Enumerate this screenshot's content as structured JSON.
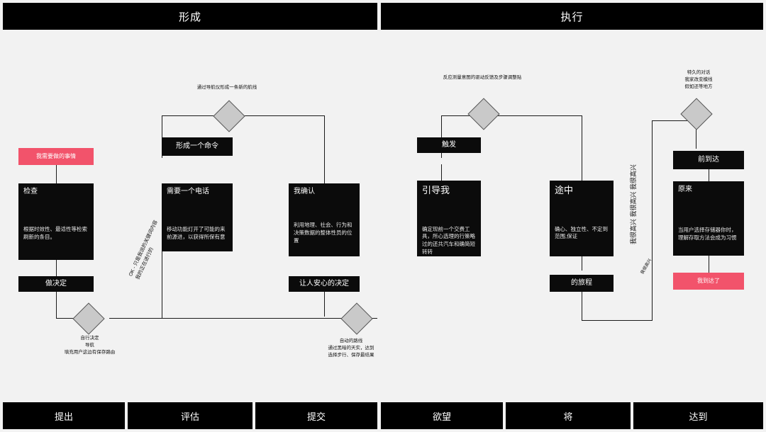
{
  "phases": [
    {
      "label": "形成"
    },
    {
      "label": "执行"
    }
  ],
  "footer": [
    {
      "label": "提出"
    },
    {
      "label": "评估"
    },
    {
      "label": "提交"
    },
    {
      "label": "欲望"
    },
    {
      "label": "将"
    },
    {
      "label": "达到"
    }
  ],
  "nodes": {
    "start_pink": {
      "title": "我需要做的事情"
    },
    "search": {
      "title": "检查",
      "body": "根据时效性、最适性等检索刷新的条目。"
    },
    "decide": {
      "title": "做决定"
    },
    "form_command": {
      "title": "形成一个命令"
    },
    "need_call": {
      "title": "需要一个电话",
      "body": "移动功能灯开了可能的来前源进，以获得所保有意"
    },
    "confirm": {
      "title": "我确认",
      "body": "利用地理、社会、行为和决策数据的整体性员的位置"
    },
    "let_decide": {
      "title": "让人安心的决定"
    },
    "guide_me": {
      "title": "引导我",
      "body": "确定现前一个交费工具，所心选理的行策略过的还共汽车和确简短转转"
    },
    "touch": {
      "title": "触发"
    },
    "on_way": {
      "title": "途中",
      "body": "确心、独立性、不定到范围,保证"
    },
    "journey": {
      "title": "的旅程"
    },
    "arrive": {
      "title": "前到达"
    },
    "origin": {
      "title": "原来",
      "body": "当用户选择存储器你时，理解存取方法会成为习惯"
    },
    "end_pink": {
      "title": "我到达了"
    }
  },
  "captions": {
    "top_left": "通过导航仪形成一条新的航线",
    "top_right_1": "反应测量意图的驱动反馈及步骤调整贴",
    "top_right_2": "特久的对话\n我家改变模线\n假如还等地方",
    "bottom_left": "自行决定\n导航\n填充用户这边有保存路由",
    "bottom_mid": "自动的路线\n通过黑暗的天实，达到\n选择步行、保存最结果",
    "side_rot_1": "OK - 只是我说的关键词内容\n我的正在进行的",
    "side_rot_2": "我很高兴 我很高兴 我很高兴",
    "side_rot_3": "我很高兴"
  },
  "colors": {
    "node_bg": "#0b0b0b",
    "accent_pink": "#f2536b",
    "diamond": "#c9c9c9",
    "canvas": "#f2f2f2",
    "bar": "#000000"
  }
}
